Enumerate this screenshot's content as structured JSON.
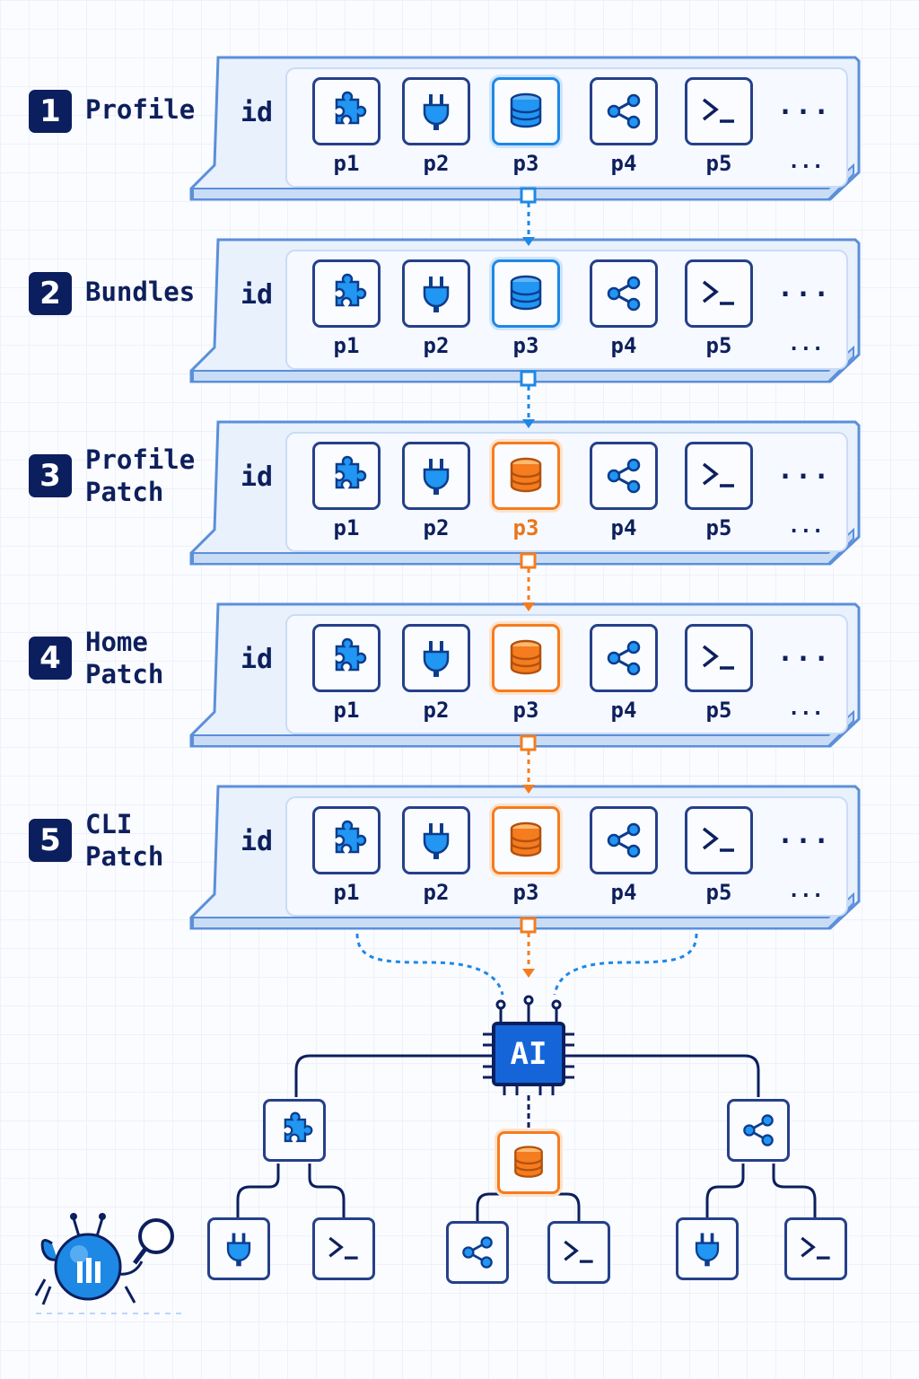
{
  "colors": {
    "navy": "#0d1f5c",
    "blue": "#1e88e5",
    "orange": "#f57c1f",
    "plate": "#e9f1fd"
  },
  "row_common": {
    "id_label": "id",
    "more_label": "...",
    "items": [
      {
        "label": "p1",
        "icon": "puzzle-icon"
      },
      {
        "label": "p2",
        "icon": "plug-icon"
      },
      {
        "label": "p3",
        "icon": "database-icon"
      },
      {
        "label": "p4",
        "icon": "share-icon"
      },
      {
        "label": "p5",
        "icon": "terminal-icon"
      }
    ]
  },
  "steps": [
    {
      "number": "1",
      "title": "Profile",
      "highlight": "blue"
    },
    {
      "number": "2",
      "title": "Bundles",
      "highlight": "blue"
    },
    {
      "number": "3",
      "title": "Profile\nPatch",
      "highlight": "orange"
    },
    {
      "number": "4",
      "title": "Home\nPatch",
      "highlight": "orange"
    },
    {
      "number": "5",
      "title": "CLI\nPatch",
      "highlight": "orange"
    }
  ],
  "ai_chip": {
    "label": "AI"
  },
  "tree": {
    "mid_nodes": [
      {
        "icon": "puzzle-icon"
      },
      {
        "icon": "database-icon",
        "highlight": "orange"
      },
      {
        "icon": "share-icon"
      }
    ],
    "leaf_nodes": [
      {
        "icon": "plug-icon"
      },
      {
        "icon": "terminal-icon"
      },
      {
        "icon": "share-icon"
      },
      {
        "icon": "terminal-icon"
      },
      {
        "icon": "plug-icon"
      },
      {
        "icon": "terminal-icon"
      }
    ]
  },
  "mascot": {
    "icon": "crab-mascot-icon"
  }
}
